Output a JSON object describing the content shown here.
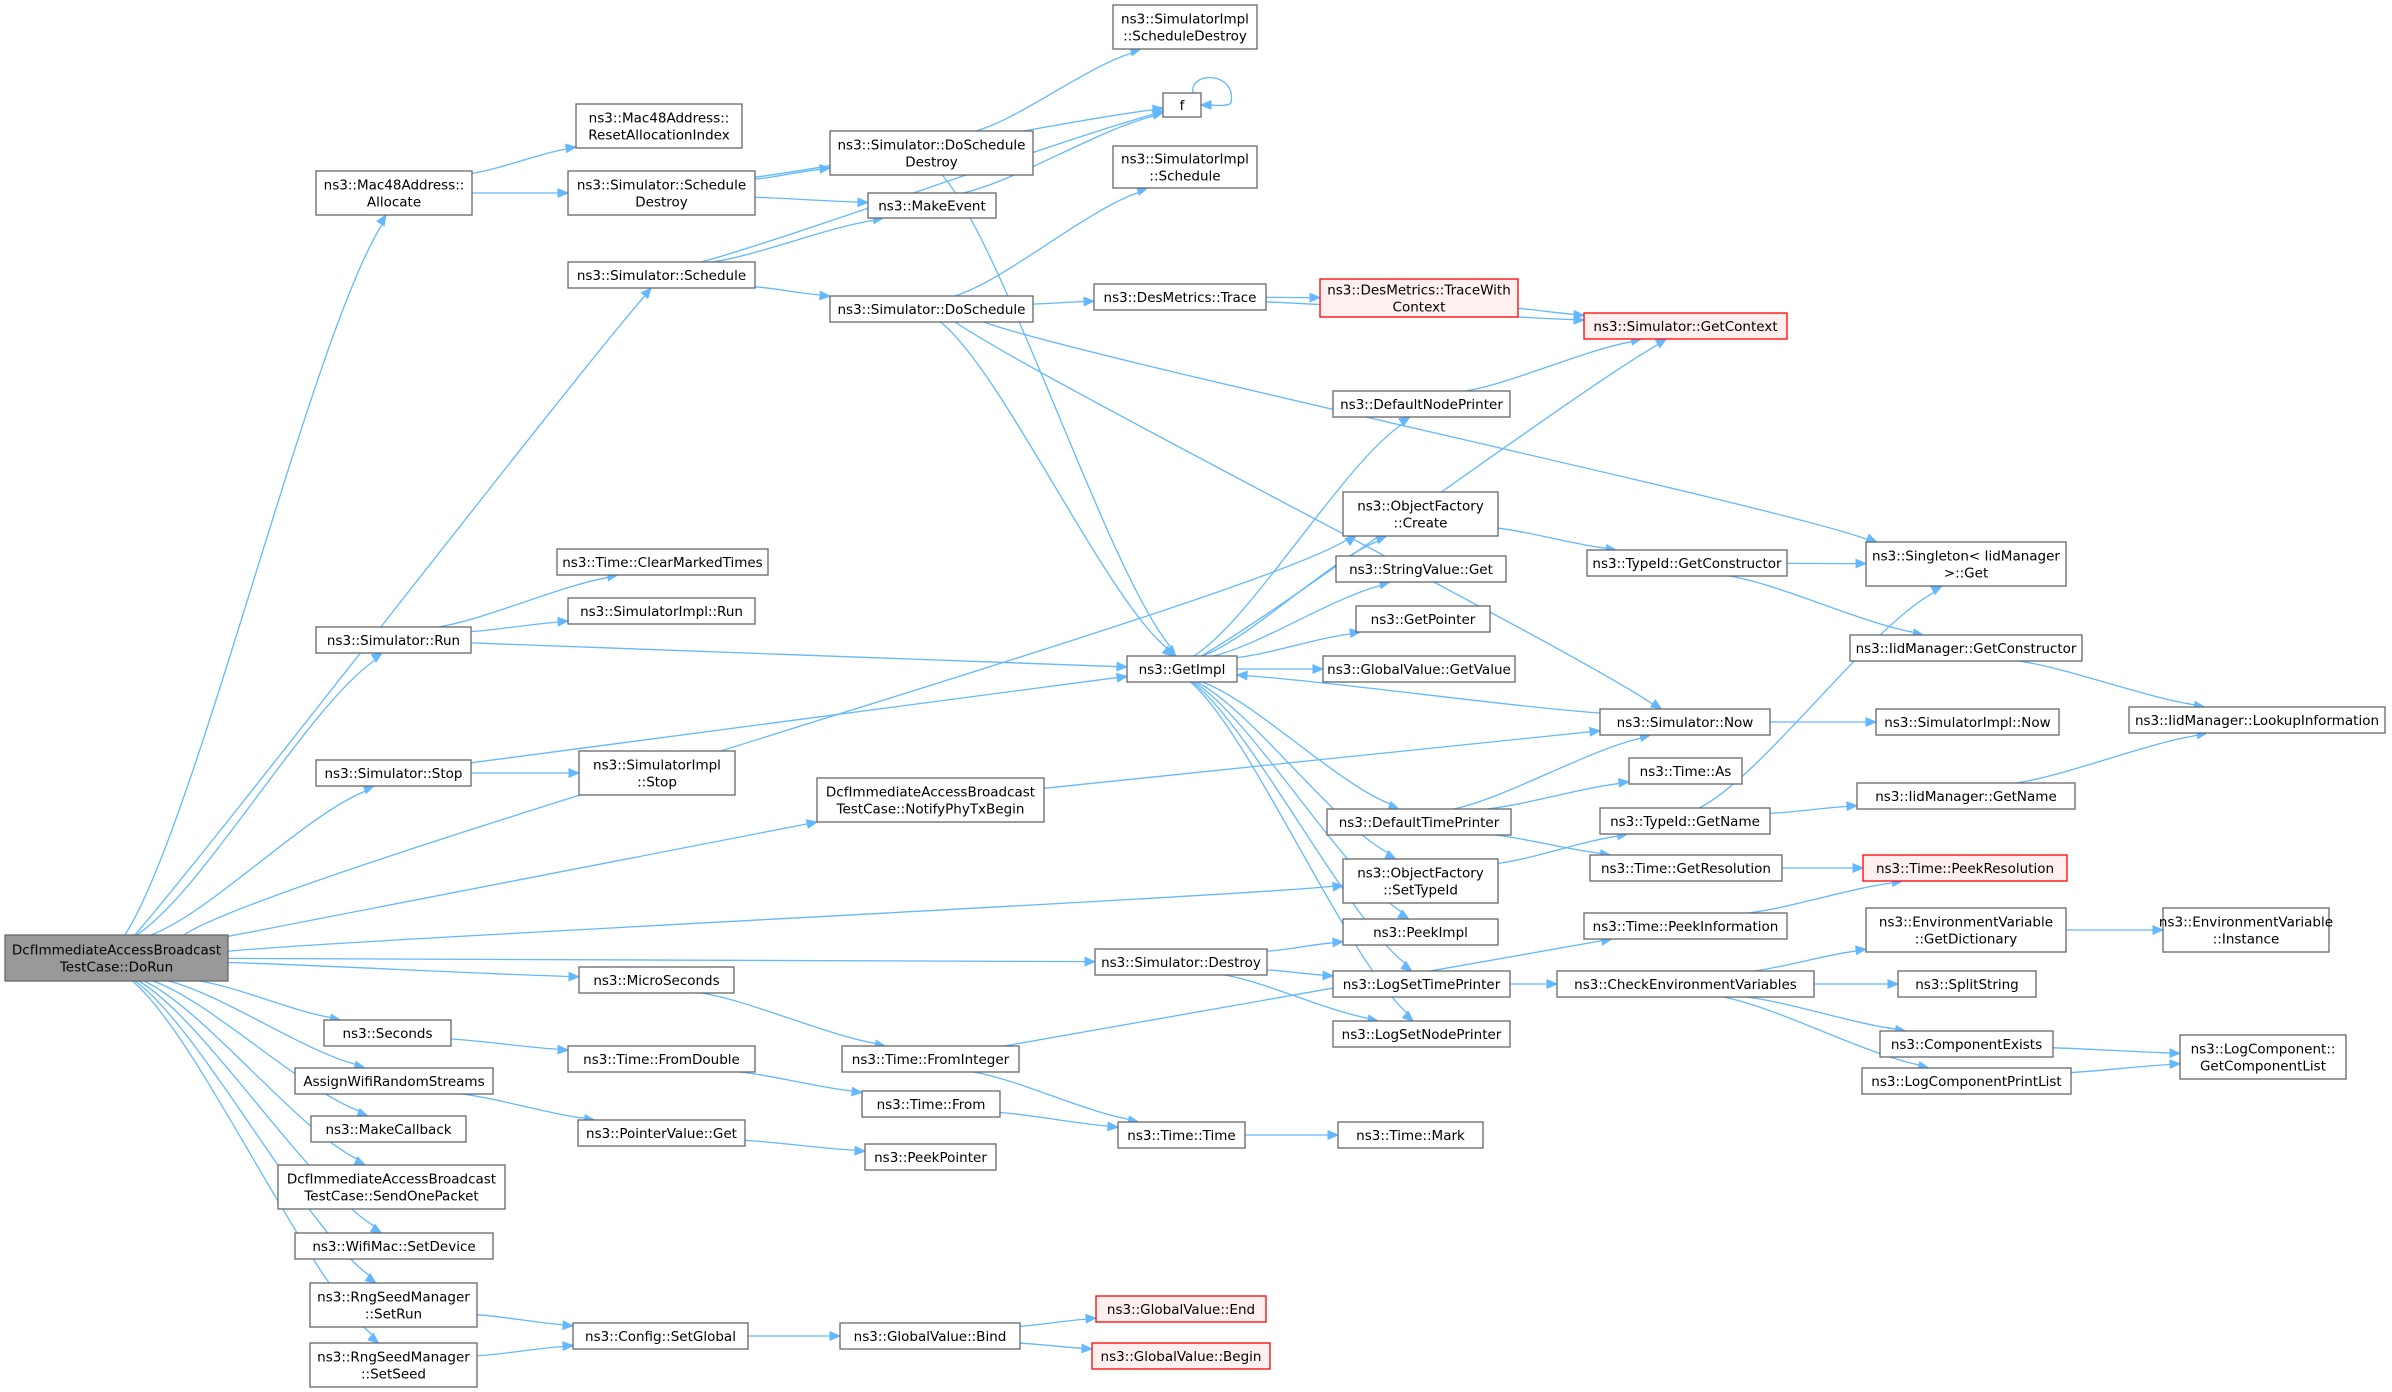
{
  "nodes": [
    {
      "id": "root",
      "lines": [
        "DcfImmediateAccessBroadcast",
        "TestCase::DoRun"
      ],
      "style": "root"
    },
    {
      "id": "mac48allocate",
      "lines": [
        "ns3::Mac48Address::",
        "Allocate"
      ]
    },
    {
      "id": "mac48reset",
      "lines": [
        "ns3::Mac48Address::",
        "ResetAllocationIndex"
      ]
    },
    {
      "id": "simScheduleDestroy",
      "lines": [
        "ns3::Simulator::Schedule",
        "Destroy"
      ]
    },
    {
      "id": "simDoScheduleDestroy",
      "lines": [
        "ns3::Simulator::DoSchedule",
        "Destroy"
      ]
    },
    {
      "id": "implScheduleDestroy",
      "lines": [
        "ns3::SimulatorImpl",
        "::ScheduleDestroy"
      ]
    },
    {
      "id": "f",
      "lines": [
        "f"
      ]
    },
    {
      "id": "makeEvent",
      "lines": [
        "ns3::MakeEvent"
      ]
    },
    {
      "id": "implSchedule",
      "lines": [
        "ns3::SimulatorImpl",
        "::Schedule"
      ]
    },
    {
      "id": "simSchedule",
      "lines": [
        "ns3::Simulator::Schedule"
      ]
    },
    {
      "id": "simDoSchedule",
      "lines": [
        "ns3::Simulator::DoSchedule"
      ]
    },
    {
      "id": "desTrace",
      "lines": [
        "ns3::DesMetrics::Trace"
      ]
    },
    {
      "id": "desTraceWithContext",
      "lines": [
        "ns3::DesMetrics::TraceWith",
        "Context"
      ],
      "style": "red"
    },
    {
      "id": "getContext",
      "lines": [
        "ns3::Simulator::GetContext"
      ],
      "style": "red"
    },
    {
      "id": "defaultNodePrinter",
      "lines": [
        "ns3::DefaultNodePrinter"
      ]
    },
    {
      "id": "ofCreate",
      "lines": [
        "ns3::ObjectFactory",
        "::Create"
      ]
    },
    {
      "id": "typeIdGetConstructor",
      "lines": [
        "ns3::TypeId::GetConstructor"
      ]
    },
    {
      "id": "singletonGet",
      "lines": [
        "ns3::Singleton< IidManager",
        ">::Get"
      ]
    },
    {
      "id": "timeClearMarked",
      "lines": [
        "ns3::Time::ClearMarkedTimes"
      ]
    },
    {
      "id": "simRun",
      "lines": [
        "ns3::Simulator::Run"
      ]
    },
    {
      "id": "implRun",
      "lines": [
        "ns3::SimulatorImpl::Run"
      ]
    },
    {
      "id": "stringValueGet",
      "lines": [
        "ns3::StringValue::Get"
      ]
    },
    {
      "id": "getPointer",
      "lines": [
        "ns3::GetPointer"
      ]
    },
    {
      "id": "getImpl",
      "lines": [
        "ns3::GetImpl"
      ]
    },
    {
      "id": "globalValueGetValue",
      "lines": [
        "ns3::GlobalValue::GetValue"
      ]
    },
    {
      "id": "iidGetConstructor",
      "lines": [
        "ns3::IidManager::GetConstructor"
      ]
    },
    {
      "id": "simNow",
      "lines": [
        "ns3::Simulator::Now"
      ]
    },
    {
      "id": "implNow",
      "lines": [
        "ns3::SimulatorImpl::Now"
      ]
    },
    {
      "id": "iidLookup",
      "lines": [
        "ns3::IidManager::LookupInformation"
      ]
    },
    {
      "id": "simStop",
      "lines": [
        "ns3::Simulator::Stop"
      ]
    },
    {
      "id": "implStop",
      "lines": [
        "ns3::SimulatorImpl",
        "::Stop"
      ]
    },
    {
      "id": "timeAs",
      "lines": [
        "ns3::Time::As"
      ]
    },
    {
      "id": "notifyPhyTx",
      "lines": [
        "DcfImmediateAccessBroadcast",
        "TestCase::NotifyPhyTxBegin"
      ]
    },
    {
      "id": "iidGetName",
      "lines": [
        "ns3::IidManager::GetName"
      ]
    },
    {
      "id": "defaultTimePrinter",
      "lines": [
        "ns3::DefaultTimePrinter"
      ]
    },
    {
      "id": "typeIdGetName",
      "lines": [
        "ns3::TypeId::GetName"
      ]
    },
    {
      "id": "ofSetTypeId",
      "lines": [
        "ns3::ObjectFactory",
        "::SetTypeId"
      ]
    },
    {
      "id": "timeGetResolution",
      "lines": [
        "ns3::Time::GetResolution"
      ]
    },
    {
      "id": "timePeekResolution",
      "lines": [
        "ns3::Time::PeekResolution"
      ],
      "style": "red"
    },
    {
      "id": "timePeekInformation",
      "lines": [
        "ns3::Time::PeekInformation"
      ]
    },
    {
      "id": "envGetDictionary",
      "lines": [
        "ns3::EnvironmentVariable",
        "::GetDictionary"
      ]
    },
    {
      "id": "envInstance",
      "lines": [
        "ns3::EnvironmentVariable",
        "::Instance"
      ]
    },
    {
      "id": "peekImpl",
      "lines": [
        "ns3::PeekImpl"
      ]
    },
    {
      "id": "simDestroy",
      "lines": [
        "ns3::Simulator::Destroy"
      ]
    },
    {
      "id": "microSeconds",
      "lines": [
        "ns3::MicroSeconds"
      ]
    },
    {
      "id": "logSetTimePrinter",
      "lines": [
        "ns3::LogSetTimePrinter"
      ]
    },
    {
      "id": "checkEnv",
      "lines": [
        "ns3::CheckEnvironmentVariables"
      ]
    },
    {
      "id": "splitString",
      "lines": [
        "ns3::SplitString"
      ]
    },
    {
      "id": "logSetNodePrinter",
      "lines": [
        "ns3::LogSetNodePrinter"
      ]
    },
    {
      "id": "seconds",
      "lines": [
        "ns3::Seconds"
      ]
    },
    {
      "id": "componentExists",
      "lines": [
        "ns3::ComponentExists"
      ]
    },
    {
      "id": "timeFromDouble",
      "lines": [
        "ns3::Time::FromDouble"
      ]
    },
    {
      "id": "timeFromInteger",
      "lines": [
        "ns3::Time::FromInteger"
      ]
    },
    {
      "id": "logComponentGetList",
      "lines": [
        "ns3::LogComponent::",
        "GetComponentList"
      ]
    },
    {
      "id": "assignWifi",
      "lines": [
        "AssignWifiRandomStreams"
      ]
    },
    {
      "id": "logComponentPrintList",
      "lines": [
        "ns3::LogComponentPrintList"
      ]
    },
    {
      "id": "timeFrom",
      "lines": [
        "ns3::Time::From"
      ]
    },
    {
      "id": "pointerValueGet",
      "lines": [
        "ns3::PointerValue::Get"
      ]
    },
    {
      "id": "makeCallback",
      "lines": [
        "ns3::MakeCallback"
      ]
    },
    {
      "id": "timeTime",
      "lines": [
        "ns3::Time::Time"
      ]
    },
    {
      "id": "timeMark",
      "lines": [
        "ns3::Time::Mark"
      ]
    },
    {
      "id": "peekPointer",
      "lines": [
        "ns3::PeekPointer"
      ]
    },
    {
      "id": "sendOnePacket",
      "lines": [
        "DcfImmediateAccessBroadcast",
        "TestCase::SendOnePacket"
      ]
    },
    {
      "id": "wifiSetDevice",
      "lines": [
        "ns3::WifiMac::SetDevice"
      ]
    },
    {
      "id": "rngSetRun",
      "lines": [
        "ns3::RngSeedManager",
        "::SetRun"
      ]
    },
    {
      "id": "globalValueEnd",
      "lines": [
        "ns3::GlobalValue::End"
      ],
      "style": "red"
    },
    {
      "id": "configSetGlobal",
      "lines": [
        "ns3::Config::SetGlobal"
      ]
    },
    {
      "id": "globalValueBind",
      "lines": [
        "ns3::GlobalValue::Bind"
      ]
    },
    {
      "id": "globalValueBegin",
      "lines": [
        "ns3::GlobalValue::Begin"
      ],
      "style": "red"
    },
    {
      "id": "rngSetSeed",
      "lines": [
        "ns3::RngSeedManager",
        "::SetSeed"
      ]
    }
  ],
  "edges": [
    [
      "root",
      "mac48allocate"
    ],
    [
      "root",
      "simSchedule"
    ],
    [
      "root",
      "ofCreate"
    ],
    [
      "root",
      "simRun"
    ],
    [
      "root",
      "simStop"
    ],
    [
      "root",
      "notifyPhyTx"
    ],
    [
      "root",
      "ofSetTypeId"
    ],
    [
      "root",
      "simDestroy"
    ],
    [
      "root",
      "microSeconds"
    ],
    [
      "root",
      "seconds"
    ],
    [
      "root",
      "assignWifi"
    ],
    [
      "root",
      "makeCallback"
    ],
    [
      "root",
      "sendOnePacket"
    ],
    [
      "root",
      "wifiSetDevice"
    ],
    [
      "root",
      "rngSetRun"
    ],
    [
      "root",
      "rngSetSeed"
    ],
    [
      "mac48allocate",
      "mac48reset"
    ],
    [
      "mac48allocate",
      "simScheduleDestroy"
    ],
    [
      "simScheduleDestroy",
      "f"
    ],
    [
      "simScheduleDestroy",
      "simDoScheduleDestroy"
    ],
    [
      "simScheduleDestroy",
      "makeEvent"
    ],
    [
      "simDoScheduleDestroy",
      "implScheduleDestroy"
    ],
    [
      "simDoScheduleDestroy",
      "getImpl"
    ],
    [
      "f",
      "f"
    ],
    [
      "makeEvent",
      "f"
    ],
    [
      "simSchedule",
      "f"
    ],
    [
      "simSchedule",
      "makeEvent"
    ],
    [
      "simSchedule",
      "simDoSchedule"
    ],
    [
      "simDoSchedule",
      "implSchedule"
    ],
    [
      "simDoSchedule",
      "desTrace"
    ],
    [
      "simDoSchedule",
      "singletonGet"
    ],
    [
      "simDoSchedule",
      "getImpl"
    ],
    [
      "simDoSchedule",
      "simNow"
    ],
    [
      "desTrace",
      "desTraceWithContext"
    ],
    [
      "desTrace",
      "getContext"
    ],
    [
      "desTraceWithContext",
      "getContext"
    ],
    [
      "defaultNodePrinter",
      "getContext"
    ],
    [
      "ofCreate",
      "typeIdGetConstructor"
    ],
    [
      "typeIdGetConstructor",
      "singletonGet"
    ],
    [
      "typeIdGetConstructor",
      "iidGetConstructor"
    ],
    [
      "iidGetConstructor",
      "iidLookup"
    ],
    [
      "simRun",
      "timeClearMarked"
    ],
    [
      "simRun",
      "implRun"
    ],
    [
      "simRun",
      "getImpl"
    ],
    [
      "getImpl",
      "getContext"
    ],
    [
      "getImpl",
      "defaultNodePrinter"
    ],
    [
      "getImpl",
      "ofCreate"
    ],
    [
      "getImpl",
      "stringValueGet"
    ],
    [
      "getImpl",
      "getPointer"
    ],
    [
      "getImpl",
      "globalValueGetValue"
    ],
    [
      "getImpl",
      "defaultTimePrinter"
    ],
    [
      "getImpl",
      "ofSetTypeId"
    ],
    [
      "getImpl",
      "peekImpl"
    ],
    [
      "getImpl",
      "logSetTimePrinter"
    ],
    [
      "getImpl",
      "logSetNodePrinter"
    ],
    [
      "simNow",
      "getImpl"
    ],
    [
      "simNow",
      "implNow"
    ],
    [
      "simStop",
      "getImpl"
    ],
    [
      "simStop",
      "implStop"
    ],
    [
      "notifyPhyTx",
      "simNow"
    ],
    [
      "defaultTimePrinter",
      "simNow"
    ],
    [
      "defaultTimePrinter",
      "timeAs"
    ],
    [
      "defaultTimePrinter",
      "timeGetResolution"
    ],
    [
      "ofSetTypeId",
      "typeIdGetName"
    ],
    [
      "typeIdGetName",
      "singletonGet"
    ],
    [
      "typeIdGetName",
      "iidGetName"
    ],
    [
      "iidGetName",
      "iidLookup"
    ],
    [
      "timeGetResolution",
      "timePeekResolution"
    ],
    [
      "timePeekInformation",
      "timePeekResolution"
    ],
    [
      "simDestroy",
      "peekImpl"
    ],
    [
      "simDestroy",
      "logSetTimePrinter"
    ],
    [
      "simDestroy",
      "logSetNodePrinter"
    ],
    [
      "logSetTimePrinter",
      "checkEnv"
    ],
    [
      "checkEnv",
      "envGetDictionary"
    ],
    [
      "checkEnv",
      "splitString"
    ],
    [
      "checkEnv",
      "componentExists"
    ],
    [
      "checkEnv",
      "logComponentPrintList"
    ],
    [
      "envGetDictionary",
      "envInstance"
    ],
    [
      "componentExists",
      "logComponentGetList"
    ],
    [
      "logComponentPrintList",
      "logComponentGetList"
    ],
    [
      "microSeconds",
      "timeFromInteger"
    ],
    [
      "seconds",
      "timeFromDouble"
    ],
    [
      "timeFromDouble",
      "timeFrom"
    ],
    [
      "timeFromInteger",
      "timeTime"
    ],
    [
      "timeFromInteger",
      "timePeekInformation"
    ],
    [
      "timeFrom",
      "timeTime"
    ],
    [
      "timeTime",
      "timeMark"
    ],
    [
      "assignWifi",
      "pointerValueGet"
    ],
    [
      "pointerValueGet",
      "peekPointer"
    ],
    [
      "rngSetRun",
      "configSetGlobal"
    ],
    [
      "rngSetSeed",
      "configSetGlobal"
    ],
    [
      "configSetGlobal",
      "globalValueBind"
    ],
    [
      "globalValueBind",
      "globalValueEnd"
    ],
    [
      "globalValueBind",
      "globalValueBegin"
    ]
  ],
  "colors": {
    "edge": "#63b8ff",
    "node_border": "#666666",
    "root_fill": "#999999",
    "red_border": "#ff0000",
    "red_fill": "#fff0f0"
  }
}
